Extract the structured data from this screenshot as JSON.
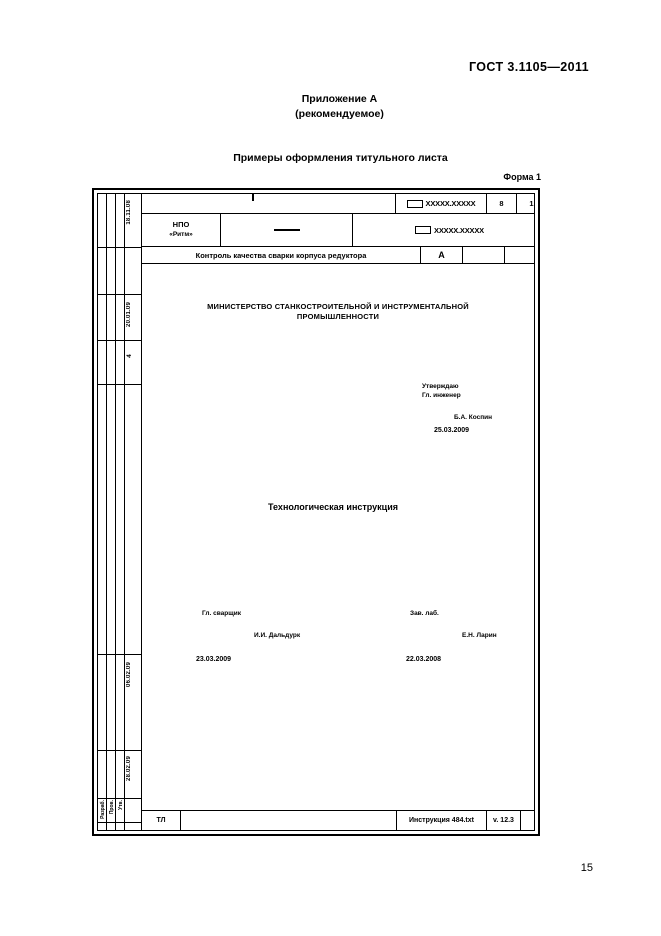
{
  "page": {
    "gost_header": "ГОСТ  3.1105—2011",
    "appendix_line1": "Приложение А",
    "appendix_line2": "(рекомендуемое)",
    "section_title": "Примеры оформления титульного листа",
    "form_label": "Форма 1",
    "page_number": "15"
  },
  "form": {
    "header": {
      "designation_top": "XXXXX.XXXXX",
      "sheet_count": "8",
      "sheet_number": "1",
      "org_name": "НПО",
      "org_sub": "«Ритм»",
      "middle_dash": "—",
      "designation_second": "XXXXX.XXXXX",
      "product_title": "Контроль качества сварки корпуса редуктора",
      "letter": "А"
    },
    "ministry": "МИНИСТЕРСТВО СТАНКОСТРОИТЕЛЬНОЙ И ИНСТРУМЕНТАЛЬНОЙ ПРОМЫШЛЕННОСТИ",
    "approval": {
      "line1": "Утверждаю",
      "line2": "Гл. инженер",
      "name": "Б.А. Коспин",
      "date": "25.03.2009"
    },
    "document_title": "Технологическая инструкция",
    "signatures": [
      {
        "role": "Гл. сварщик",
        "name": "И.И. Дальдурк",
        "date": "23.03.2009"
      },
      {
        "role": "Зав. лаб.",
        "name": "Е.Н. Ларин",
        "date": "22.03.2008"
      }
    ],
    "margin": {
      "date_top": "18.11.08",
      "date_second": "20.01.09",
      "number": "4",
      "date_third": "06.02.09",
      "date_fourth": "28.02.09",
      "sig_col1": "Разраб.",
      "sig_col2": "Пров.",
      "sig_col3": "Утв."
    },
    "footer": {
      "doc_type": "ТЛ",
      "file_name": "Инструкция 484.txt",
      "version": "v. 12.3"
    }
  }
}
